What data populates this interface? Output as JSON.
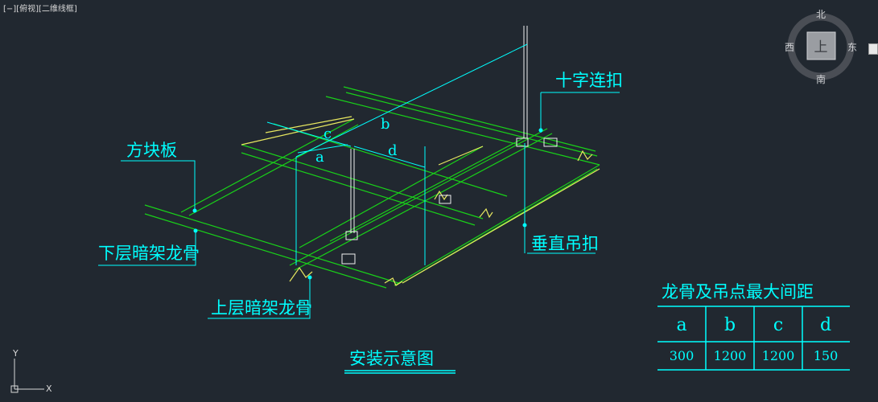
{
  "viewport": {
    "control": "[−]",
    "view": "[俯视]",
    "style": "[二维线框]"
  },
  "viewcube": {
    "face": "上",
    "north": "北",
    "south": "南",
    "east": "东",
    "west": "西"
  },
  "ucs": {
    "x": "X",
    "y": "Y"
  },
  "callouts": {
    "panel": "方块板",
    "lower_runner": "下层暗架龙骨",
    "upper_runner": "上层暗架龙骨",
    "cross_clip": "十字连扣",
    "vertical_clip": "垂直吊扣"
  },
  "dimensions": {
    "a": "a",
    "b": "b",
    "c": "c",
    "d": "d"
  },
  "drawing_title": "安装示意图",
  "spacing_table": {
    "title": "龙骨及吊点最大间距",
    "headers": [
      "a",
      "b",
      "c",
      "d"
    ],
    "values": [
      "300",
      "1200",
      "1200",
      "150"
    ]
  },
  "colors": {
    "background": "#212830",
    "cyan": "#00ffff",
    "green": "#19d119",
    "yellow": "#e8e860",
    "white": "#f0f0f0"
  }
}
